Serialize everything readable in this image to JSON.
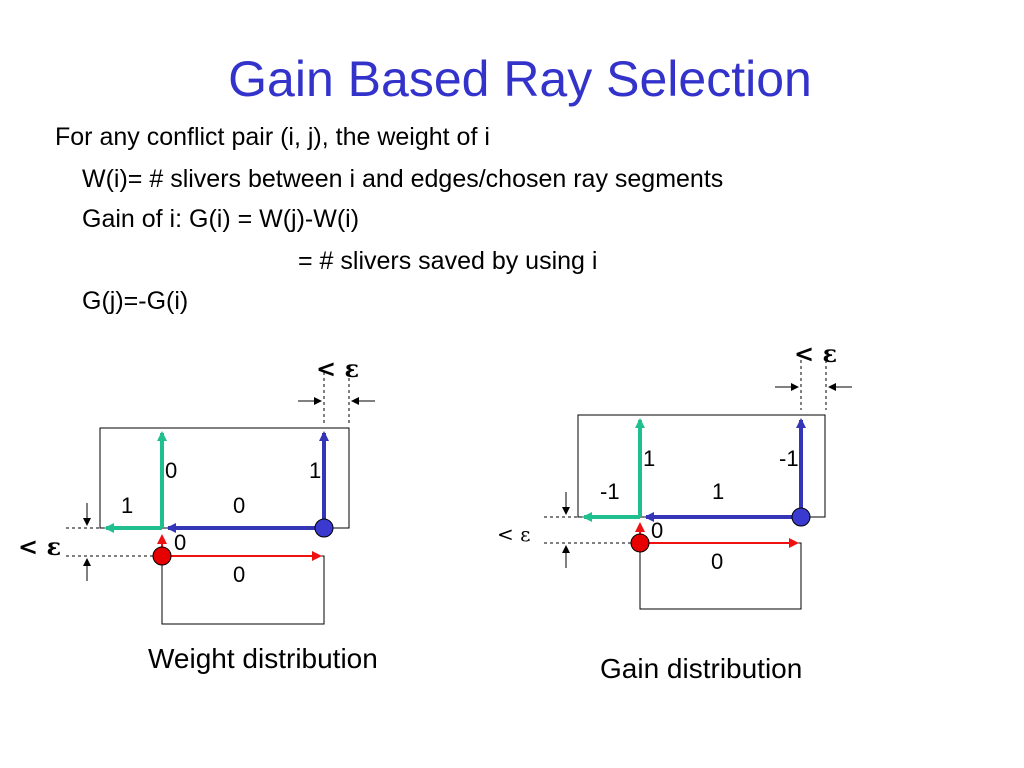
{
  "slide": {
    "title": "Gain Based Ray Selection",
    "lines": [
      "For any conflict pair (i, j), the weight of i",
      "W(i)= # slivers between i and edges/chosen ray segments",
      "Gain of i: G(i) = W(j)-W(i)",
      "= # slivers saved by using i",
      "G(j)=-G(i)"
    ]
  },
  "weight_diagram": {
    "caption": "Weight distribution",
    "epsilon_top": "< ε",
    "epsilon_left": "< ε",
    "labels": {
      "green_up": "0",
      "blue_up": "1",
      "green_left": "1",
      "blue_left": "0",
      "red_up": "0",
      "red_right": "0"
    }
  },
  "gain_diagram": {
    "caption": "Gain distribution",
    "epsilon_top": "< ε",
    "epsilon_left": "< ε",
    "labels": {
      "green_up": "1",
      "blue_up": "-1",
      "green_left": "-1",
      "blue_left": "1",
      "red_up": "0",
      "red_right": "0"
    }
  },
  "colors": {
    "title": "#3333cc",
    "green": "#1fbf8f",
    "blue": "#3535b8",
    "red": "#ee1111",
    "red_dot": "#e60000",
    "blue_dot": "#3a3ad0"
  }
}
